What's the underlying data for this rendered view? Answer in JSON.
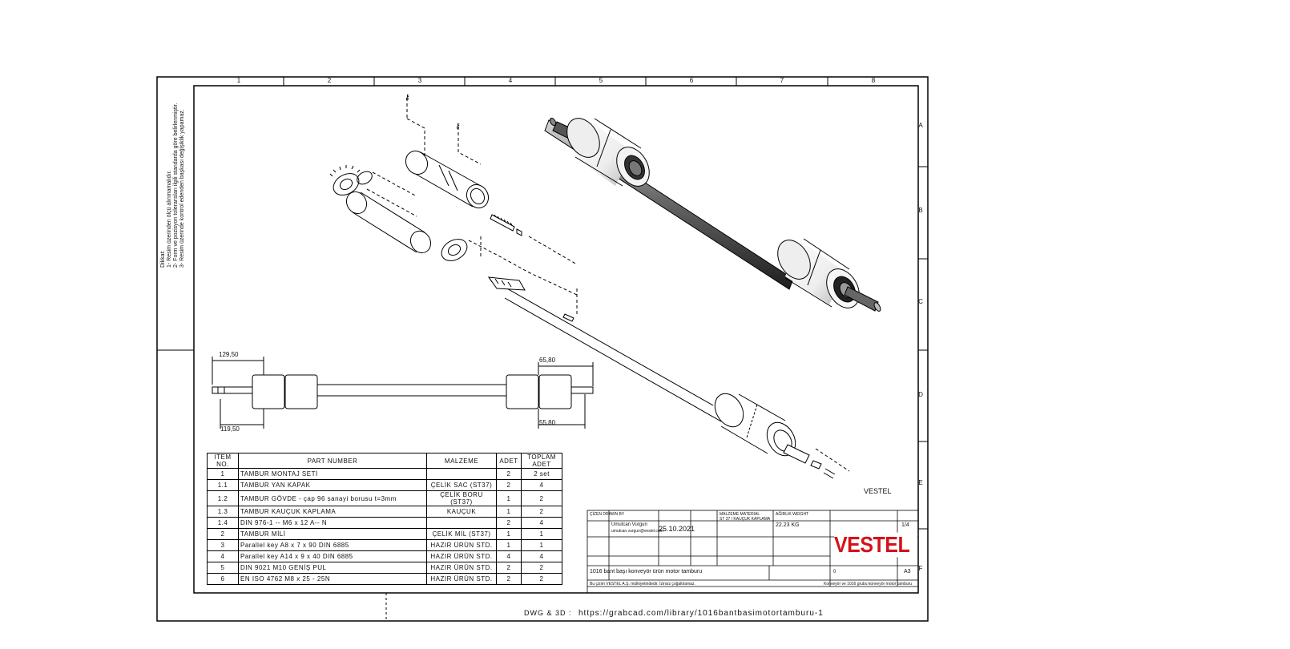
{
  "zones": {
    "columns": [
      "1",
      "2",
      "3",
      "4",
      "5",
      "6",
      "7",
      "8"
    ],
    "rows": [
      "A",
      "B",
      "C",
      "D",
      "E",
      "F"
    ]
  },
  "notes": {
    "heading": "Dikkat:",
    "lines": [
      "1- Resim üzerinden ölçü alınmamalıdır.",
      "2- Form ve pozisyon toleransları ilgili standarda göre belirlenmiştir.",
      "3- Resim üzerinde kontrol edenden başkası değişiklik yapamaz."
    ]
  },
  "dimensions": {
    "d1": "129,50",
    "d2": "119,50",
    "d3": "65,80",
    "d4": "55,80"
  },
  "labels": {
    "vestel_text": "VESTEL",
    "dwg": "DWG & 3D :",
    "url": "https://grabcad.com/library/1016bantbasimotortamburu-1"
  },
  "bom": {
    "headers": [
      "ITEM NO.",
      "PART NUMBER",
      "MALZEME",
      "ADET",
      "TOPLAM ADET"
    ],
    "rows": [
      [
        "1",
        "TAMBUR MONTAJ SETİ",
        "",
        "2",
        "2 set"
      ],
      [
        "1.1",
        "TAMBUR YAN KAPAK",
        "ÇELİK SAC (ST37)",
        "2",
        "4"
      ],
      [
        "1.2",
        "TAMBUR GÖVDE - çap 96 sanayi borusu t=3mm",
        "ÇELİK BORU (ST37)",
        "1",
        "2"
      ],
      [
        "1.3",
        "TAMBUR KAUÇUK KAPLAMA",
        "KAUÇUK",
        "1",
        "2"
      ],
      [
        "1.4",
        "DIN 976-1 -- M6 x 12 A-- N",
        "",
        "2",
        "4"
      ],
      [
        "2",
        "TAMBUR MİLİ",
        "ÇELİK MİL (ST37)",
        "1",
        "1"
      ],
      [
        "3",
        "Parallel key A8 x 7 x 90 DIN 6885",
        "HAZIR ÜRÜN STD.",
        "1",
        "1"
      ],
      [
        "4",
        "Parallel key A14 x 9 x 40 DIN 6885",
        "HAZIR ÜRÜN STD.",
        "4",
        "4"
      ],
      [
        "5",
        "DIN 9021 M10 GENİŞ PUL",
        "HAZIR ÜRÜN STD.",
        "2",
        "2"
      ],
      [
        "6",
        "EN ISO 4762 M8 x 25 - 25N",
        "HAZIR ÜRÜN STD.",
        "2",
        "2"
      ]
    ]
  },
  "title_block": {
    "drawn_label": "ÇİZEN DRAWN BY",
    "drawn_name": "Umutcan Vurgun",
    "drawn_mail": "umutcan.vurgun@vestel.com",
    "date": "25.10.2021",
    "material_label": "MALZEME MATERIAL",
    "material_value": "ST 37 / KAUÇUK KAPLAMA",
    "weight_label": "AĞIRLIK WEIGHT",
    "weight": "22.23 KG",
    "sheet": "1/4",
    "size": "A3",
    "rev": "0",
    "title": "1016 bant başı konveyör ürün motor tamburu",
    "footer_left": "Bu çizim VESTEL A.Ş. mülkiyetindedir. İzinsiz çoğaltılamaz.",
    "footer_right": "Konveyör ve 1016 grubu konveyör motor tamburu"
  }
}
